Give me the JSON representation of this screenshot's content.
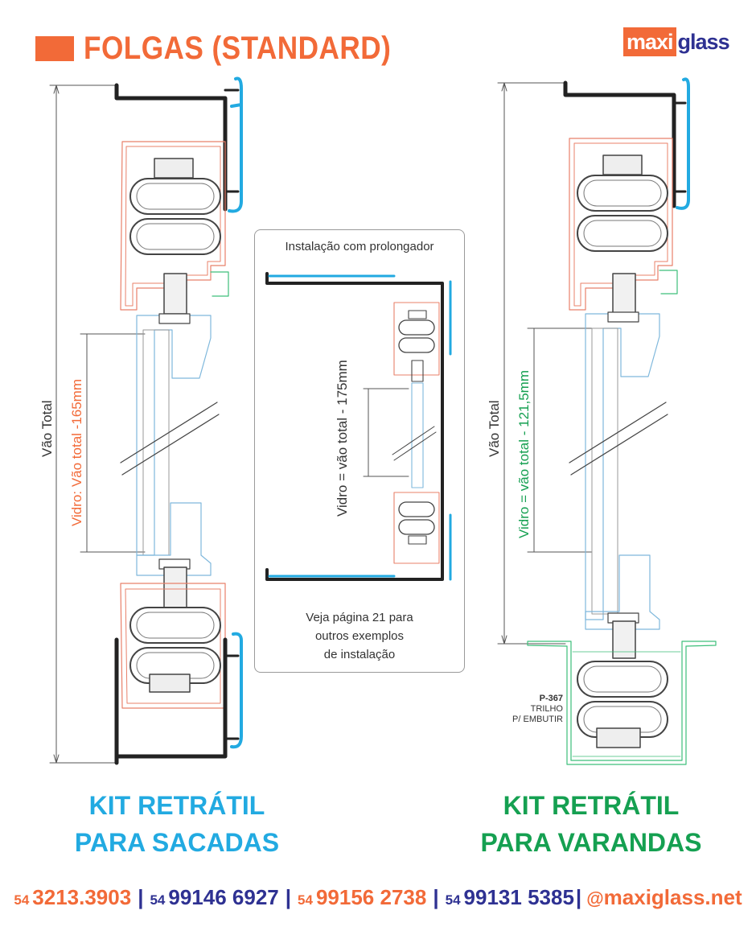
{
  "header": {
    "title": "FOLGAS (STANDARD)",
    "logo_maxi": "maxi",
    "logo_glass": "glass"
  },
  "left_diagram": {
    "total_label": "Vão Total",
    "glass_label": "Vidro: Vão total  -165mm"
  },
  "center_inset": {
    "title": "Instalação com prolongador",
    "glass_label": "Vidro = vão total - 175mm",
    "note_lines": [
      "Veja página 21 para",
      "outros exemplos",
      "de instalação"
    ]
  },
  "right_diagram": {
    "total_label": "Vão Total",
    "glass_label": "Vidro = vão total - 121,5mm",
    "part_code": "P-367",
    "part_line1": "TRILHO",
    "part_line2": "P/ EMBUTIR"
  },
  "kits": {
    "left_line1": "KIT RETRÁTIL",
    "left_line2": "PARA SACADAS",
    "right_line1": "KIT RETRÁTIL",
    "right_line2": "PARA VARANDAS"
  },
  "footer": {
    "c1_prefix": "54",
    "c1_number": "3213.3903",
    "c2_prefix": "54",
    "c2_number": "99146 6927",
    "c3_prefix": "54",
    "c3_number": "99156 2738",
    "c4_prefix": "54",
    "c4_number": "99131 5385",
    "website_at": "@",
    "website": "maxiglass.net"
  },
  "colors": {
    "orange": "#f26a38",
    "navy": "#2e3192",
    "cyan": "#22aae1",
    "green": "#15a051",
    "profile_orange": "#e8806a",
    "profile_blue": "#7fb8dc",
    "profile_green": "#3dbf7a"
  }
}
